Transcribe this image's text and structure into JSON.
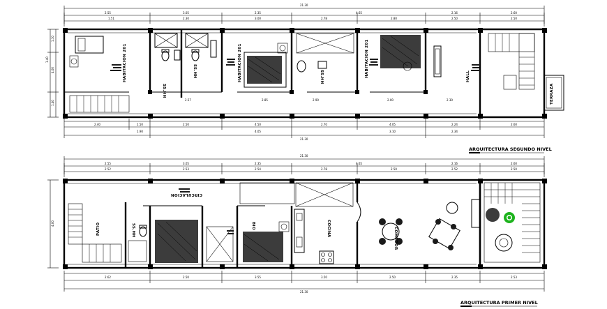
{
  "upper_plan": {
    "title": "ARQUITECTURA SEGUNDO NIVEL",
    "overall_dim": "21.30",
    "top_dims": [
      "2.55",
      "3.05",
      "2.35",
      "4.65",
      "2.16",
      "2.60"
    ],
    "top_sub_dims": [
      "1.51",
      "2.30",
      "3.00",
      "2.78",
      "2.80",
      "2.50",
      "2.50"
    ],
    "bottom_sub_dims": [
      "2.57",
      "2.85",
      "2.90",
      "2.00",
      "2.30"
    ],
    "bottom_dims": [
      "2.40",
      "1.50",
      "2.50",
      "4.50",
      "2.70",
      "4.05",
      "2.24",
      "2.60"
    ],
    "bottom_overall_dims": [
      "1.90",
      "4.05",
      "3.10",
      "2.34"
    ],
    "left_dims": [
      "1.10",
      "1.40",
      "4.00",
      "1.40"
    ],
    "rooms": {
      "bedroom_1": "HABITACION 201",
      "bath_1": "SS.HH",
      "bath_2": "SS.HH",
      "bedroom_2": "HABITACION 201",
      "bedroom_3": "HABITACION 201",
      "hall": "HALL",
      "terrace": "TERRAZA"
    }
  },
  "lower_plan": {
    "title": "ARQUITECTURA PRIMER NIVEL",
    "overall_dim": "21.30",
    "top_dims": [
      "2.55",
      "3.05",
      "2.35",
      "4.65",
      "2.16",
      "2.60"
    ],
    "top_sub_dims": [
      "2.52",
      "2.53",
      "2.54",
      "2.78",
      "2.50",
      "2.52",
      "2.50"
    ],
    "bottom_dims": [
      "2.62",
      "2.50",
      "3.55",
      "3.50",
      "2.50",
      "2.35",
      "2.53"
    ],
    "bottom_overall_dims": [
      "21.30"
    ],
    "left_dims": [
      "4.00"
    ],
    "rooms": {
      "patio": "PATIO",
      "bath": "SS.HH",
      "circulation": "CIRCULACION",
      "bedroom": "BIO",
      "kitchen": "COCINA",
      "dining": "COMEDOR"
    }
  },
  "colors": {
    "lines": "#000000",
    "background": "#ffffff",
    "plant": "#1db31d"
  }
}
